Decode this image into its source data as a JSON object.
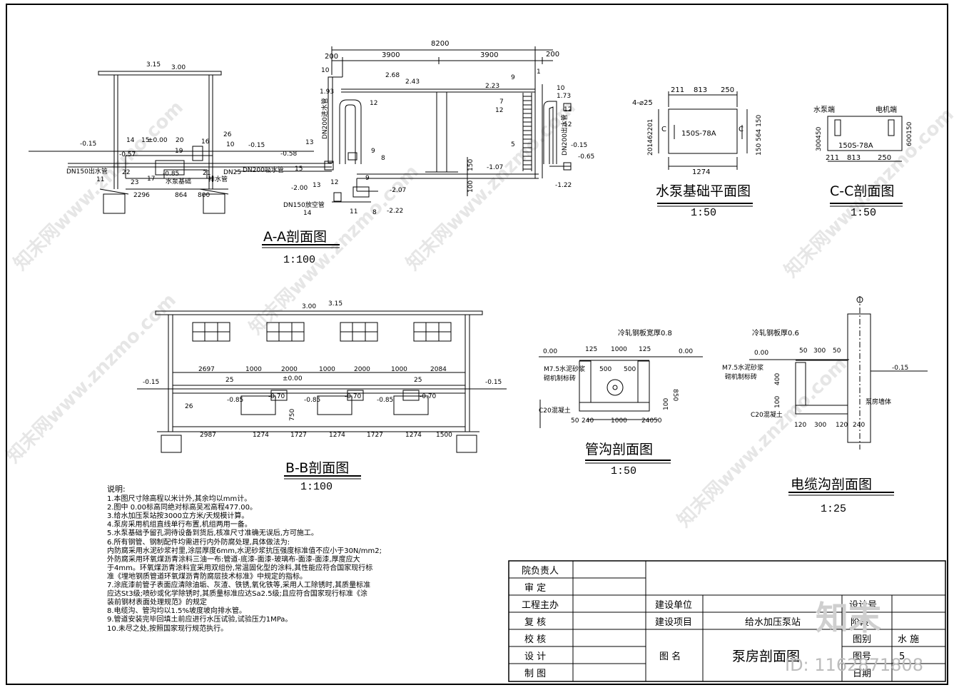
{
  "watermarks": [
    "知末网www.znzmo.com",
    "知末网www.znzmo.com",
    "知末网www.znzmo.com",
    "知末网www.znzmo.com",
    "知末网www.znzmo.com",
    "知末网www.znzmo.com"
  ],
  "brand": {
    "logo": "知末",
    "id_text": "ID: 1162871808"
  },
  "aa": {
    "title": "A-A剖面图",
    "scale": "1:100",
    "labels": {
      "el315": "3.15",
      "el300": "3.00",
      "el268": "2.68",
      "el243": "2.43",
      "el223": "2.23",
      "el193": "1.93",
      "el173": "1.73",
      "elm015a": "-0.15",
      "elm057": "-0.57",
      "el000": "±0.00",
      "elm015b": "-0.15",
      "elm058": "-0.58",
      "elm015c": "-0.15",
      "elm085": "-0.85",
      "elm107": "-1.07",
      "elm200": "-2.00",
      "elm207": "-2.07",
      "elm222": "-2.22",
      "elm065": "-0.65",
      "elm122": "-1.22",
      "elm015d": "-0.15",
      "d8200": "8200",
      "d3900a": "3900",
      "d3900b": "3900",
      "d200a": "200",
      "d200b": "200",
      "d2296": "2296",
      "d864": "864",
      "d800": "800",
      "d100": "100",
      "d150": "150",
      "dn150out": "DN150出水管",
      "dn200in": "DN200吸水管",
      "dn150vent": "DN150放空管",
      "dn25": "DN25",
      "drain": "排水管",
      "pumpbase": "水泵基础",
      "dn200inlet": "DN200进水管",
      "dn200outlet": "DN200出水管",
      "n1": "1",
      "n5": "5",
      "n7": "7",
      "n8a": "8",
      "n8b": "8",
      "n9a": "9",
      "n9b": "9",
      "n9c": "9",
      "n10a": "10",
      "n10b": "10",
      "n10c": "10",
      "n11a": "11",
      "n11b": "11",
      "n12a": "12",
      "n12b": "12",
      "n12c": "12",
      "n12d": "12",
      "n12e": "12",
      "n13a": "13",
      "n13b": "13",
      "n14a": "14",
      "n14b": "14",
      "n15a": "15",
      "n15b": "15",
      "n16": "16",
      "n17": "17",
      "n19": "19",
      "n20": "20",
      "n21": "21",
      "n22": "22",
      "n23": "23",
      "n26": "26"
    }
  },
  "bb": {
    "title": "B-B剖面图",
    "scale": "1:100",
    "labels": {
      "el300": "3.00",
      "el315": "3.15",
      "elm015a": "-0.15",
      "elm015b": "-0.15",
      "el000": "±0.00",
      "elm085a": "-0.85",
      "elm070a": "-0.70",
      "elm085b": "-0.85",
      "elm070b": "-0.70",
      "elm085c": "-0.85",
      "elm070c": "-0.70",
      "t2697": "2697",
      "t1000a": "1000",
      "t2000a": "2000",
      "t1000b": "1000",
      "t2000b": "2000",
      "t1000c": "1000",
      "t2084": "2084",
      "b2987": "2987",
      "b1274a": "1274",
      "b1727a": "1727",
      "b1274b": "1274",
      "b1727b": "1727",
      "b1274c": "1274",
      "b1500": "1500",
      "n25a": "25",
      "n25b": "25",
      "n26": "26",
      "v750": "750"
    }
  },
  "pumpplan": {
    "title": "水泵基础平面图",
    "scale": "1:50",
    "labels": {
      "d211": "211",
      "d813": "813",
      "d250": "250",
      "holes": "4-⌀25",
      "model": "150S-78A",
      "d1274": "1274",
      "cl": "C",
      "cr": "C",
      "left": "201462201",
      "right": "150 564 150"
    }
  },
  "cc": {
    "title": "C-C剖面图",
    "scale": "1:50",
    "labels": {
      "pumpend": "水泵端",
      "motorend": "电机端",
      "model": "150S-78A",
      "d211": "211",
      "d813": "813",
      "d250": "250",
      "left": "300450",
      "right": "600150"
    }
  },
  "trench": {
    "title": "管沟剖面图",
    "scale": "1:50",
    "labels": {
      "plate": "冷轧钢板宽厚0.8",
      "el000a": "0.00",
      "el000b": "0.00",
      "d125a": "125",
      "d1000": "1000",
      "d125b": "125",
      "mortar": "M7.5水泥砂浆",
      "brick": "砌机制标砖",
      "d500a": "500",
      "d500b": "500",
      "concrete": "C20混凝土",
      "b50": "50",
      "b240a": "240",
      "b1000": "1000",
      "b240b": "240",
      "b50b": "50",
      "v850": "850",
      "v100": "100"
    }
  },
  "cable": {
    "title": "电缆沟剖面图",
    "scale": "1:25",
    "labels": {
      "plate": "冷轧钢板厚0.6",
      "el000": "0.00",
      "d50a": "50",
      "d300": "300",
      "d50b": "50",
      "elm015": "-0.15",
      "mortar": "M7.5水泥砂浆",
      "brick": "砌机制标砖",
      "concrete": "C20混凝土",
      "wall": "泵房墙体",
      "v400": "400",
      "v100": "100",
      "b120a": "120",
      "b300": "300",
      "b120b": "120",
      "b240": "240"
    }
  },
  "notes": {
    "heading": "说明:",
    "lines": [
      "1.本图尺寸除高程以米计外,其余均以mm计。",
      "2.图中  0.00标高同绝对标高吴凇高程477.00。",
      "3.给水加压泵站按3000立方米/天规模计算。",
      "4.泵房采用机组直线单行布置,机组两用一备。",
      "5.水泵基础予留孔洞待设备到货后,核准尺寸准确无误后,方可施工。",
      "6.所有钢管、钢制配件均需进行内外防腐处理,具体做法为:",
      "   内防腐采用水泥砂浆衬里,涂层厚度6mm,水泥砂浆抗压强度标准值不应小于30N/mm2;",
      "   外防腐采用环氧煤沥青涂料三油一布:管道-底漆-面漆-玻璃布-面漆-面漆,厚度应大",
      "   于4mm。环氧煤沥青涂料宜采用双组份,常温固化型的涂料,其性能应符合国家现行标",
      "   准《埋地钢质管道环氧煤沥青防腐层技术标准》中规定的指标。",
      "7.涂底漆前管子表面应清除油垢、灰渣、铁锈,氧化铁等,采用人工除锈时,其质量标准",
      "   应达St3级;喷砂或化学除锈时,其质量标准应达Sa2.5级;且应符合国家现行标准《涂",
      "   装前钢材表面处理规范》的规定",
      "8.电缆沟、管沟均以1.5%坡度坡向排水管。",
      "9.管道安装完毕回填土前应进行水压试验,试验压力1MPa。",
      "10.未尽之处,按照国家现行规范执行。"
    ]
  },
  "titleblock": {
    "roles": [
      "院负责人",
      "审    定",
      "工程主办",
      "复    核",
      "校    核",
      "设    计",
      "制    图"
    ],
    "build_unit_label": "建设单位",
    "build_project_label": "建设项目",
    "project_name": "给水加压泵站",
    "drawing_name_label": "图    名",
    "drawing_name": "泵房剖面图",
    "design_no_label": "设计号",
    "stage_label": "阶段",
    "drawing_type_label": "图别",
    "drawing_type": "水  施",
    "drawing_no_label": "图号",
    "drawing_no": "5",
    "date_label": "日期"
  }
}
